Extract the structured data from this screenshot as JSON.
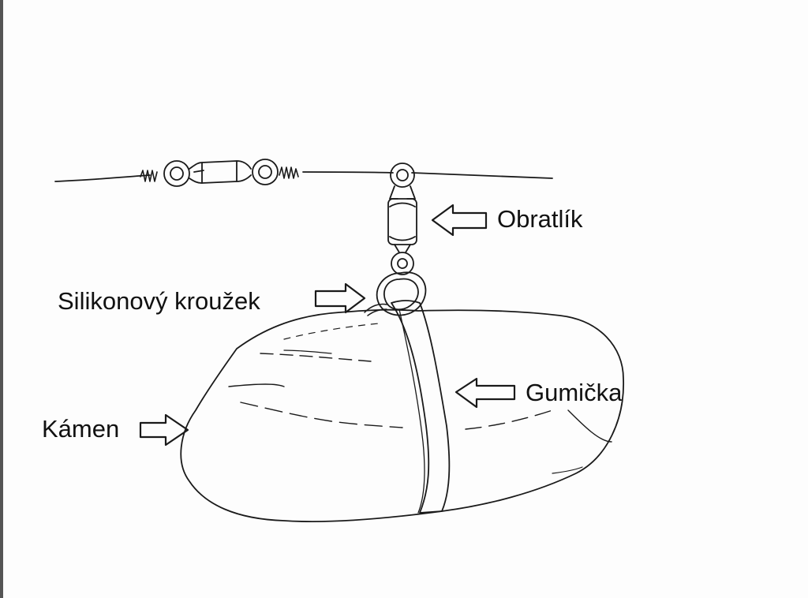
{
  "labels": {
    "swivel": "Obratlík",
    "silicone_ring": "Silikonový kroužek",
    "rubber_band": "Gumička",
    "stone": "Kámen"
  },
  "colors": {
    "ink": "#111111",
    "paper": "#fdfdfd"
  }
}
